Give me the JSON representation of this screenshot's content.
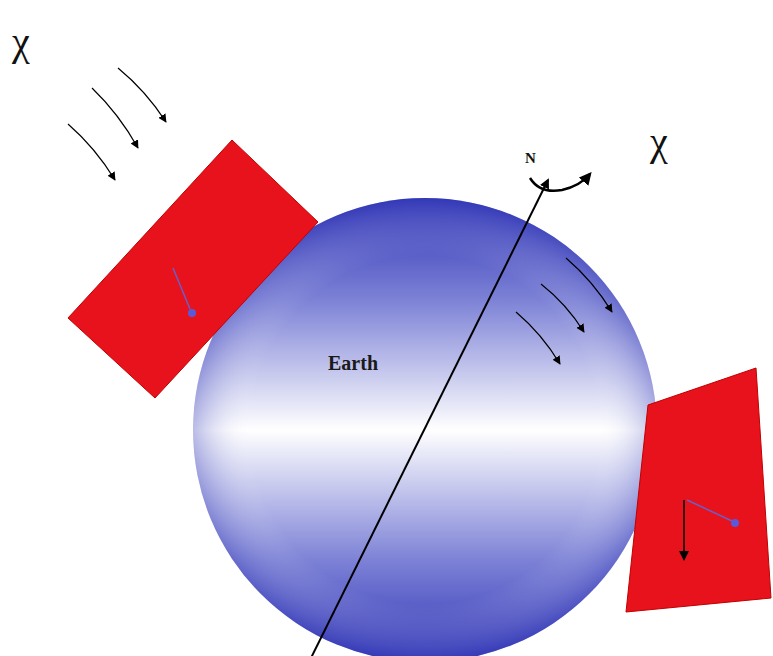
{
  "diagram": {
    "nodes": [
      {
        "text": [
          "Earth"
        ]
      }
    ],
    "labels": [
      "χ",
      "N",
      "χ"
    ]
  }
}
